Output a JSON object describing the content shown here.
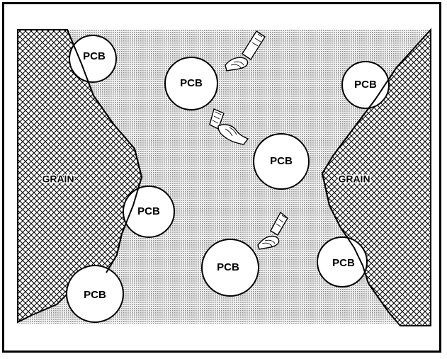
{
  "labels": {
    "grain_left": "GRAIN",
    "grain_right": "GRAIN",
    "pcb_1": "PCB",
    "pcb_2": "PCB",
    "pcb_3": "PCB",
    "pcb_4": "PCB",
    "pcb_5": "PCB",
    "pcb_6": "PCB",
    "pcb_7": "PCB",
    "pcb_8": "PCB"
  },
  "colors": {
    "background": "#ffffff",
    "stipple": "#bdbdbd",
    "ink": "#000000",
    "particle_fill": "#ffffff"
  },
  "icons": {
    "handshake": "handshake-icon"
  }
}
